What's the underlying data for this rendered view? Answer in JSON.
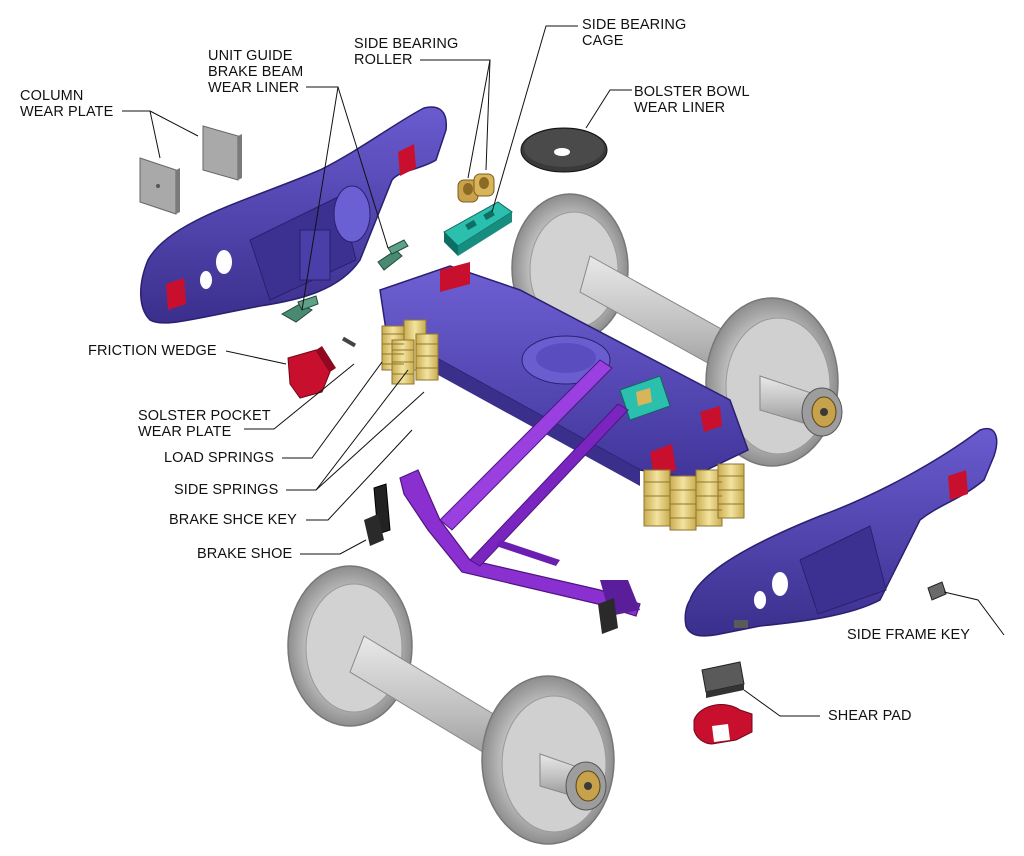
{
  "diagram": {
    "colors": {
      "side_frame": "#4b3ea6",
      "bolster": "#5346b3",
      "brake_beam": "#8a2fd0",
      "springs": "#e8d27a",
      "wheel": "#b9b9b9",
      "axle": "#c9c9c9",
      "wedge": "#c8102e",
      "cage": "#20a898",
      "liner": "#3a6f5c",
      "roller": "#c9a24a",
      "bowl_liner": "#333333",
      "plate": "#a8a8a8",
      "brake_shoe": "#222222"
    },
    "labels": {
      "column_wear_plate": [
        "COLUMN",
        "WEAR PLATE"
      ],
      "unit_guide_liner": [
        "UNIT GUIDE",
        "BRAKE BEAM",
        "WEAR LINER"
      ],
      "side_bearing_roller": [
        "SIDE BEARING",
        "ROLLER"
      ],
      "side_bearing_cage": [
        "SIDE BEARING",
        "CAGE"
      ],
      "bolster_bowl_liner": [
        "BOLSTER BOWL",
        "WEAR LINER"
      ],
      "friction_wedge": "FRICTION WEDGE",
      "bolster_pocket_plate": [
        "SOLSTER POCKET",
        "WEAR PLATE"
      ],
      "load_springs": "LOAD SPRINGS",
      "side_springs": "SIDE SPRINGS",
      "brake_shoe_key": "BRAKE SHCE KEY",
      "brake_shoe": "BRAKE SHOE",
      "side_frame_key": "SIDE FRAME KEY",
      "shear_pad": "SHEAR PAD"
    }
  }
}
